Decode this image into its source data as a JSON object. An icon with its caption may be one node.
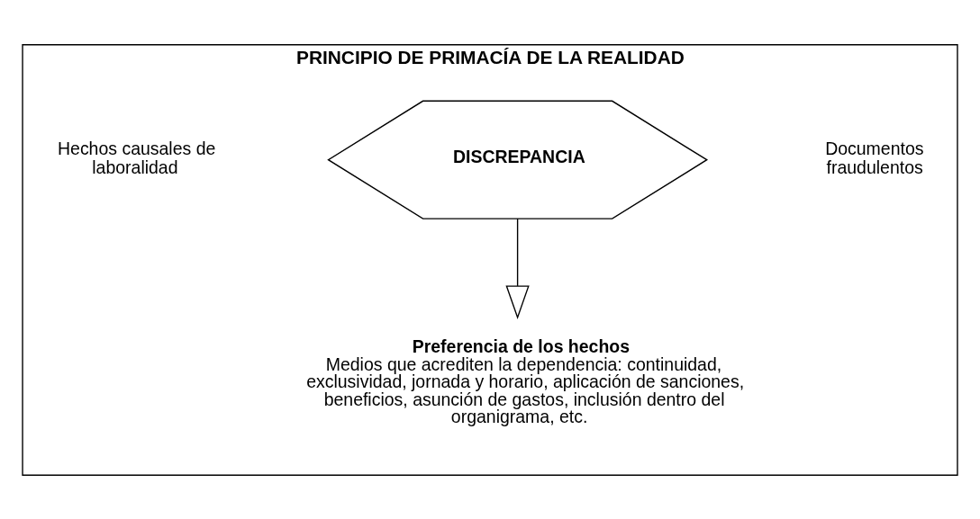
{
  "diagram": {
    "nodes": [
      {
        "text": [
          "PRINCIPIO DE PRIMACÍA DE LA REALIDAD"
        ]
      },
      {
        "text": [
          "Hechos causales de laboralidad"
        ],
        "in": 0
      },
      {
        "text": [
          "DISCREPANCIA"
        ],
        "in": 0
      },
      {
        "text": [
          "Documentos fraudulentos"
        ],
        "in": 0
      },
      {
        "text": [
          "Preferencia de los hechos",
          "Medios que acrediten la dependencia: continuidad, exclusividad, jornada y horario, aplicación de sanciones, beneficios, asunción de gastos, inclusión dentro del organigrama, etc."
        ],
        "in": 0
      }
    ],
    "edges": [
      {
        "from": 2,
        "to": 4,
        "arrow": "to"
      }
    ]
  }
}
